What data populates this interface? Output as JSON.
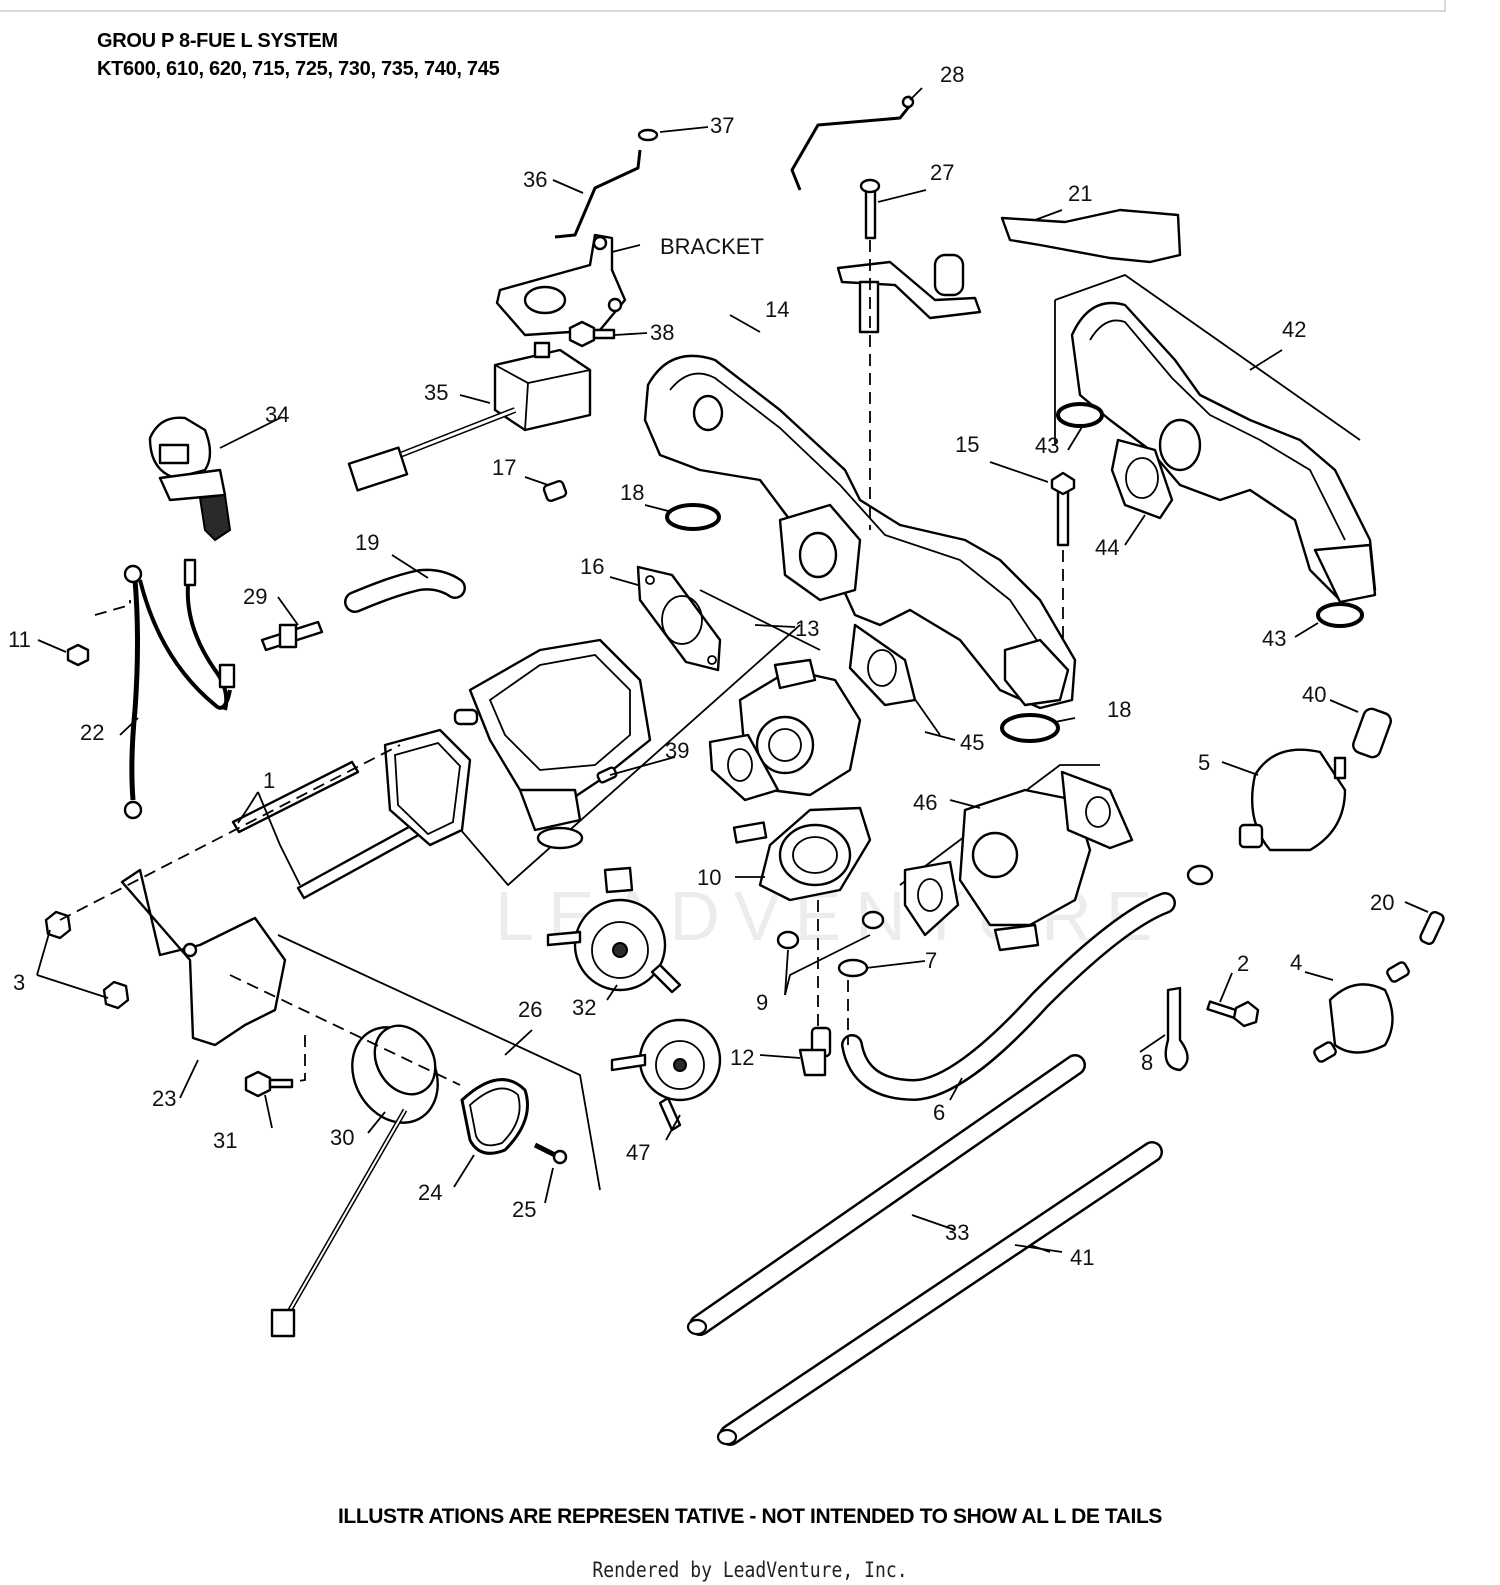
{
  "header": {
    "title_line1": "GROU P 8-FUE L SYSTEM",
    "title_line2": "KT600, 610, 620, 715, 725, 730, 735, 740, 745"
  },
  "diagram": {
    "callouts": [
      "1",
      "2",
      "3",
      "4",
      "5",
      "6",
      "7",
      "8",
      "9",
      "10",
      "11",
      "12",
      "13",
      "14",
      "15",
      "16",
      "17",
      "18",
      "18",
      "19",
      "20",
      "21",
      "22",
      "23",
      "24",
      "25",
      "26",
      "27",
      "28",
      "29",
      "30",
      "31",
      "32",
      "33",
      "34",
      "35",
      "36",
      "37",
      "38",
      "39",
      "40",
      "41",
      "42",
      "43",
      "43",
      "44",
      "45",
      "46",
      "47"
    ],
    "bracket_label": "BRACKET",
    "watermark": "LEADVENTURE"
  },
  "footer": {
    "disclaimer": "ILLUSTR ATIONS  ARE REPRESEN   TATIVE - NOT INTENDED     TO SHOW  AL L DE TAILS",
    "rendered_by": "Rendered by LeadVenture, Inc."
  }
}
